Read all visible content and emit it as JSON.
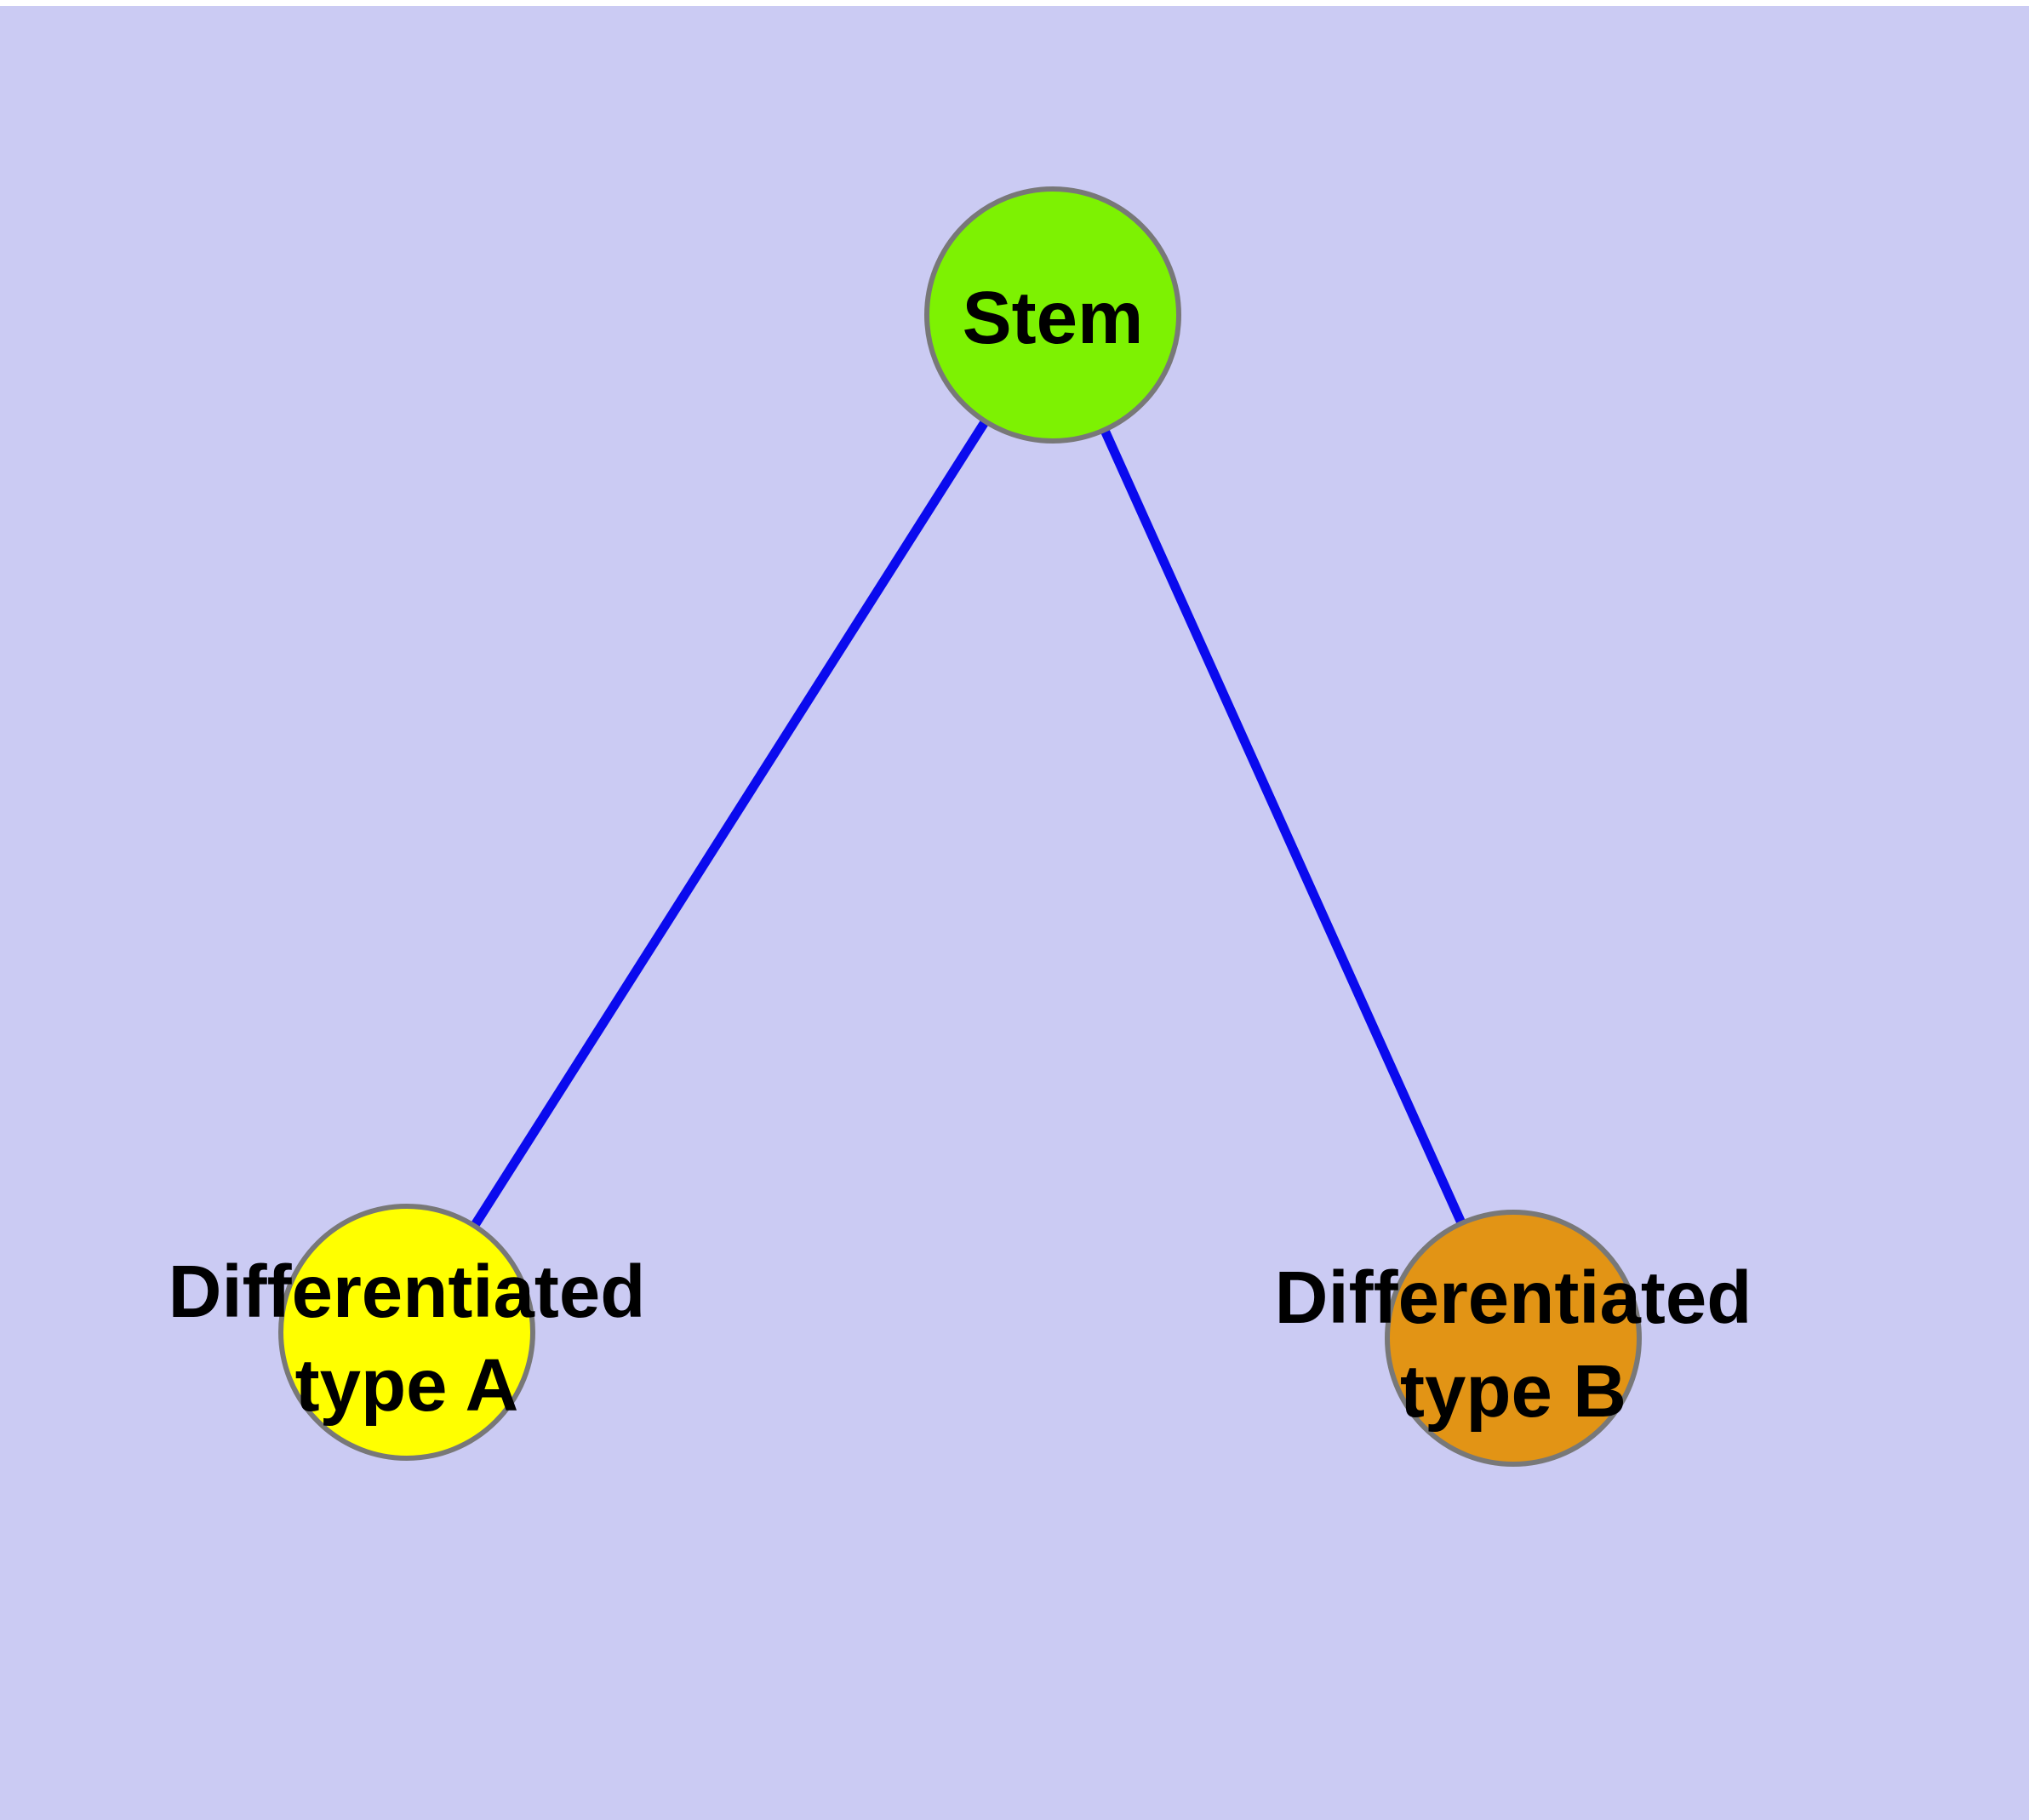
{
  "canvas": {
    "background": "#cbcbf3",
    "top_edge_color": "#ffffff"
  },
  "styles": {
    "edge_color": "#0a0aee",
    "node_border_color": "#787878",
    "label_color": "#000000"
  },
  "nodes": {
    "stem": {
      "label": "Stem",
      "fill": "#7df202"
    },
    "type_a": {
      "label_line1": "Differentiated",
      "label_line2": "type A",
      "fill": "#ffff00"
    },
    "type_b": {
      "label_line1": "Differentiated",
      "label_line2": "type B",
      "fill": "#e29415"
    }
  },
  "edges": [
    {
      "name": "stem-to-type-a",
      "from": "Stem",
      "to": "Differentiated type A"
    },
    {
      "name": "stem-to-type-b",
      "from": "Stem",
      "to": "Differentiated type B"
    }
  ]
}
